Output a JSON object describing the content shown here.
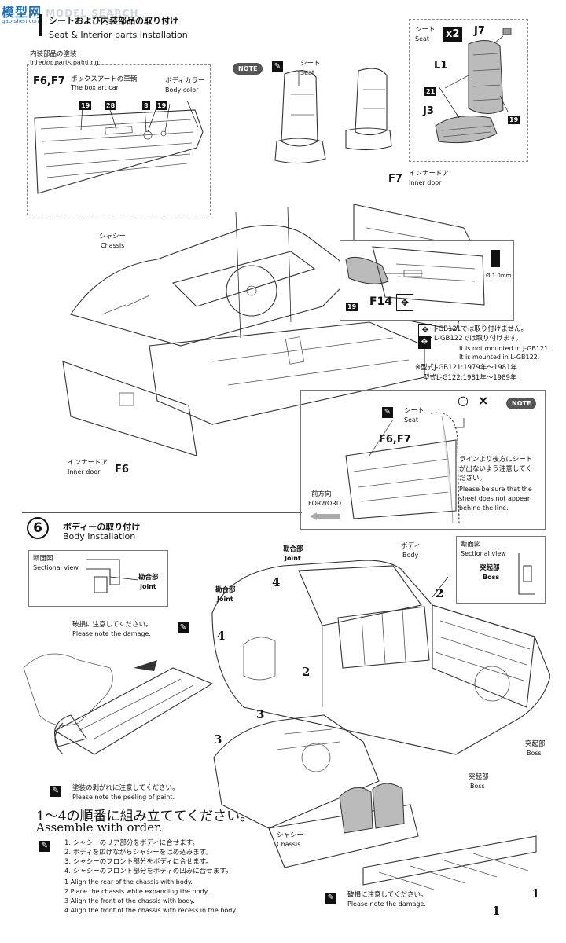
{
  "watermark": {
    "site": "模型网",
    "brand": "MODEL SEARCH",
    "domain": "gao-shen.com"
  },
  "step5": {
    "title_jp": "シートおよび内装部品の取り付け",
    "title_en": "Seat & Interior parts Installation"
  },
  "interior_painting": {
    "title_jp": "内装部品の塗装",
    "title_en": "Interior parts painting",
    "part": "F6,F7",
    "boxart_jp": "ボックスアートの車輌",
    "boxart_en": "The box art car",
    "bodycolor_jp": "ボディカラー",
    "bodycolor_en": "Body color",
    "colors": [
      "19",
      "28",
      "8",
      "19"
    ]
  },
  "note": "NOTE",
  "seat_note": {
    "jp": "シート",
    "en": "Seat"
  },
  "seat_box": {
    "jp": "シート",
    "en": "Seat",
    "qty": "x2",
    "parts": [
      "J7",
      "L1",
      "21",
      "J3",
      "19"
    ]
  },
  "inner_door_f7": {
    "part": "F7",
    "jp": "インナードア",
    "en": "Inner door"
  },
  "chassis_top": {
    "jp": "シャシー",
    "en": "Chassis"
  },
  "f14_detail": {
    "color": "19",
    "part": "F14",
    "drill": "Ø 1.0mm"
  },
  "mounting_note": {
    "line1": "J-GB121では取り付けません。",
    "line2": "L-GB122では取り付けます。",
    "line3": "It is not mounted in J-GB121.",
    "line4": "It is mounted in L-GB122.",
    "line5": "※型式J-GB121:1979年～1981年",
    "line6": "型式L-G122:1981年～1989年"
  },
  "inner_door_f6": {
    "jp": "インナードア",
    "en": "Inner door",
    "part": "F6"
  },
  "seat_detail": {
    "note": "NOTE",
    "jp": "シート",
    "en": "Seat",
    "parts": "F6,F7",
    "ok": "○",
    "ng": "×",
    "caution_jp1": "ラインより後方にシート",
    "caution_jp2": "が出ないよう注意してく",
    "caution_jp3": "ださい。",
    "caution_en1": "Please be sure that the",
    "caution_en2": "sheet does not appear",
    "caution_en3": "behind the line.",
    "direction_jp": "前方向",
    "direction_en": "FORWORD"
  },
  "step6": {
    "number": "6",
    "title_jp": "ボディーの取り付け",
    "title_en": "Body Installation"
  },
  "sectional_left": {
    "jp": "断面図",
    "en": "Sectional view",
    "joint_jp": "勘合部",
    "joint_en": "Joint"
  },
  "sectional_right": {
    "jp": "断面図",
    "en": "Sectional view",
    "boss_jp": "突起部",
    "boss_en": "Boss"
  },
  "joint_labels": {
    "jp": "勘合部",
    "en": "Joint"
  },
  "body_label": {
    "jp": "ボディ",
    "en": "Body"
  },
  "boss_label": {
    "jp": "突起部",
    "en": "Boss"
  },
  "chassis_bottom": {
    "jp": "シャシー",
    "en": "Chassis"
  },
  "damage_note": {
    "jp": "破損に注意してください。",
    "en": "Please note the damage."
  },
  "paint_note": {
    "jp": "塗装の剥がれに注意してください。",
    "en": "Please note the peeling of paint."
  },
  "order": {
    "jp": "1～4の順番に組み立ててください。",
    "en": "Assemble with order.",
    "steps_jp": [
      "1. シャシーのリア部分をボディに合せます。",
      "2. ボディを広げながらシャシーをはめ込みます。",
      "3. シャシーのフロント部分をボディに合せます。",
      "4. シャシーのフロント部分をボディの凹みに合せます。"
    ],
    "steps_en": [
      "1 Align the rear of the chassis with body.",
      "2 Place the chassis while expanding the body.",
      "3 Align the front of the chassis with body.",
      "4 Align the front of the chassis with recess in the body."
    ]
  },
  "step_numbers": [
    "1",
    "2",
    "3",
    "4"
  ]
}
